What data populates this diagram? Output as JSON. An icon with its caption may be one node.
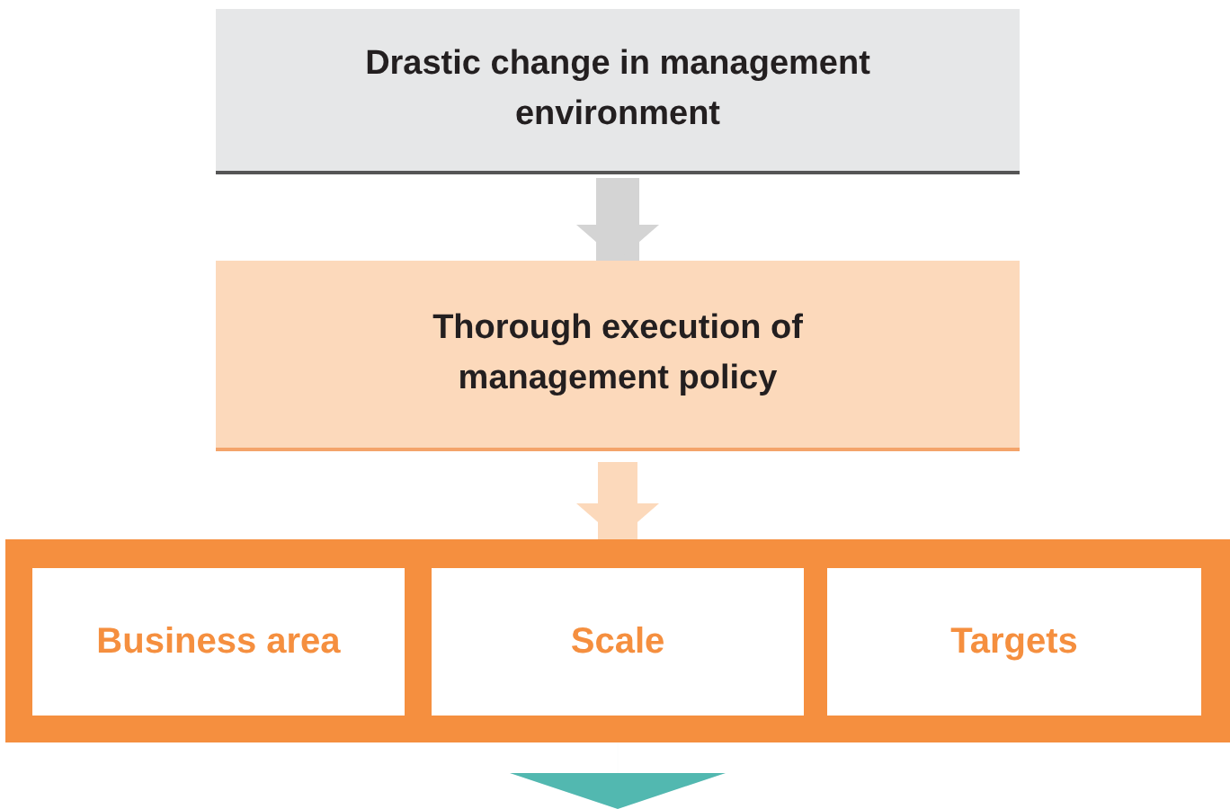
{
  "diagram": {
    "nodes": [
      {
        "text": [
          "Drastic change in management environment"
        ]
      },
      {
        "text": [
          "Thorough execution of management policy"
        ]
      },
      {
        "text": [],
        "shape": "box"
      },
      {
        "text": [
          "Business area"
        ],
        "in": 2
      },
      {
        "text": [
          "Scale"
        ],
        "in": 2
      },
      {
        "text": [
          "Targets"
        ],
        "in": 2
      }
    ],
    "edges": [
      {
        "from": 0,
        "to": 1,
        "arrow": "to",
        "color": "#d4d4d4"
      },
      {
        "from": 1,
        "to": 2,
        "arrow": "to",
        "color": "#fcd9bb"
      },
      {
        "from": 2,
        "to": null,
        "arrow": "to",
        "color": "#52b8b0"
      }
    ]
  }
}
